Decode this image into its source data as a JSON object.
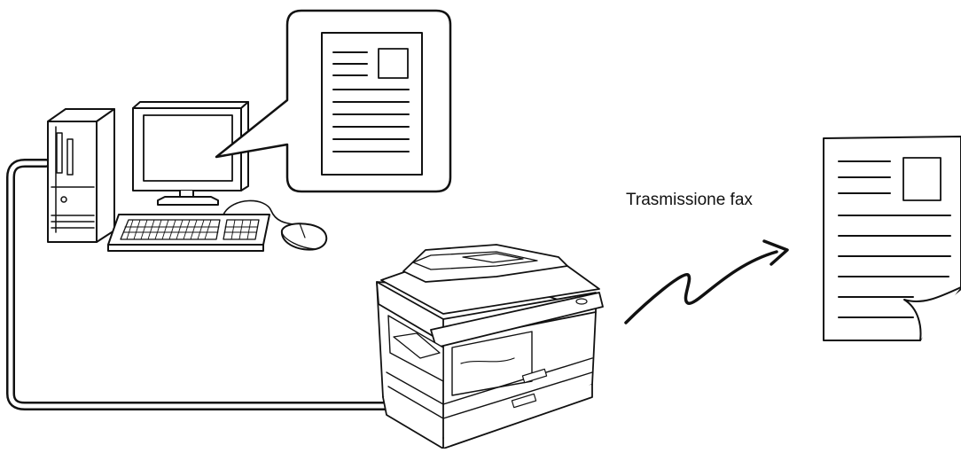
{
  "diagram": {
    "label": "Trasmissione fax",
    "nodes": [
      {
        "id": "computer",
        "icon": "desktop-computer-icon"
      },
      {
        "id": "screen-document",
        "icon": "document-icon"
      },
      {
        "id": "copier",
        "icon": "multifunction-printer-icon"
      },
      {
        "id": "received-document",
        "icon": "document-icon"
      }
    ],
    "edges": [
      {
        "from": "computer",
        "to": "copier",
        "kind": "cable"
      },
      {
        "from": "copier",
        "to": "received-document",
        "kind": "fax-transmission"
      }
    ],
    "colors": {
      "stroke": "#111111",
      "fill": "#ffffff"
    }
  }
}
